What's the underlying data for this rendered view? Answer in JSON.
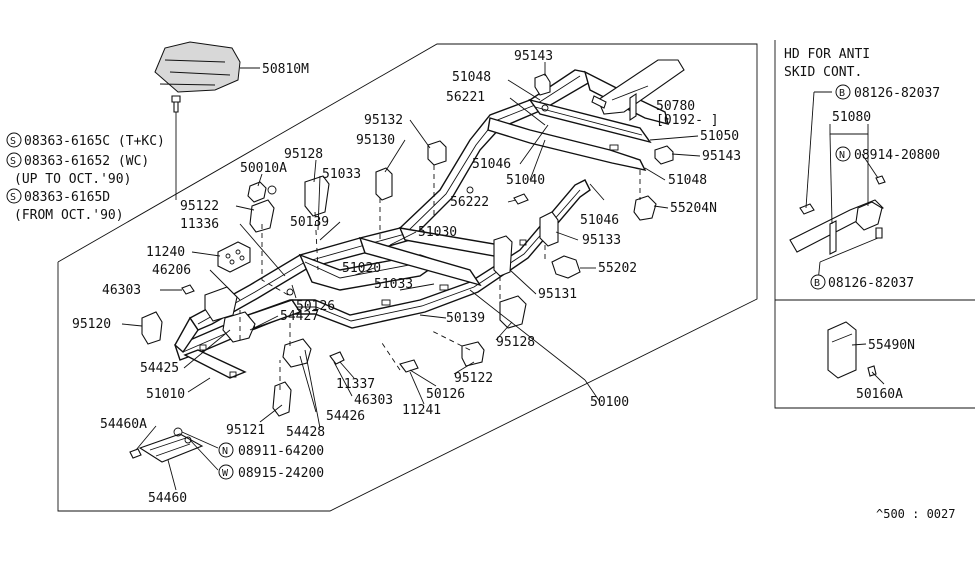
{
  "callouts": {
    "p50810M": "50810M",
    "p95143a": "95143",
    "p51048a": "51048",
    "p56221": "56221",
    "p50780": "50780",
    "p50780_range": "[0192-     ]",
    "p51050": "51050",
    "p95143b": "95143",
    "p51048b": "51048",
    "p95132": "95132",
    "p95130": "95130",
    "p51046a": "51046",
    "p51040": "51040",
    "p56222": "56222",
    "p51046b": "51046",
    "p55204N": "55204N",
    "p95128a": "95128",
    "p50010A": "50010A",
    "p51033a": "51033",
    "p95122a": "95122",
    "p50139a": "50139",
    "p11336": "11336",
    "p51030": "51030",
    "p95133": "95133",
    "p11240": "11240",
    "p51020": "51020",
    "p55202": "55202",
    "p46206": "46206",
    "p51033b": "51033",
    "p46303a": "46303",
    "p95131": "95131",
    "p50126a": "50126",
    "p95120": "95120",
    "p54427": "54427",
    "p50139b": "50139",
    "p95128b": "95128",
    "p54425": "54425",
    "p11337": "11337",
    "p95122b": "95122",
    "p51010": "51010",
    "p46303b": "46303",
    "p50126b": "50126",
    "p50100": "50100",
    "p54426": "54426",
    "p11241": "11241",
    "p95121": "95121",
    "p54428": "54428",
    "p54460A": "54460A",
    "p08911": "08911-64200",
    "p08915": "08915-24200",
    "p54460": "54460"
  },
  "screws": {
    "s1": "08363-6165C (T+KC)",
    "s2": "08363-61652 (WC)",
    "s2_note": "(UP TO OCT.'90)",
    "s3": "08363-6165D",
    "s3_note": "(FROM OCT.'90)"
  },
  "symbols": {
    "S": "S",
    "N": "N",
    "W": "W",
    "B": "B"
  },
  "inset": {
    "title_line1": "HD FOR ANTI",
    "title_line2": "SKID CONT.",
    "b1": "08126-82037",
    "p51080": "51080",
    "n1": "08914-20800",
    "b2": "08126-82037",
    "p55490N": "55490N",
    "p50160A": "50160A"
  },
  "ref": "^500 : 0027"
}
